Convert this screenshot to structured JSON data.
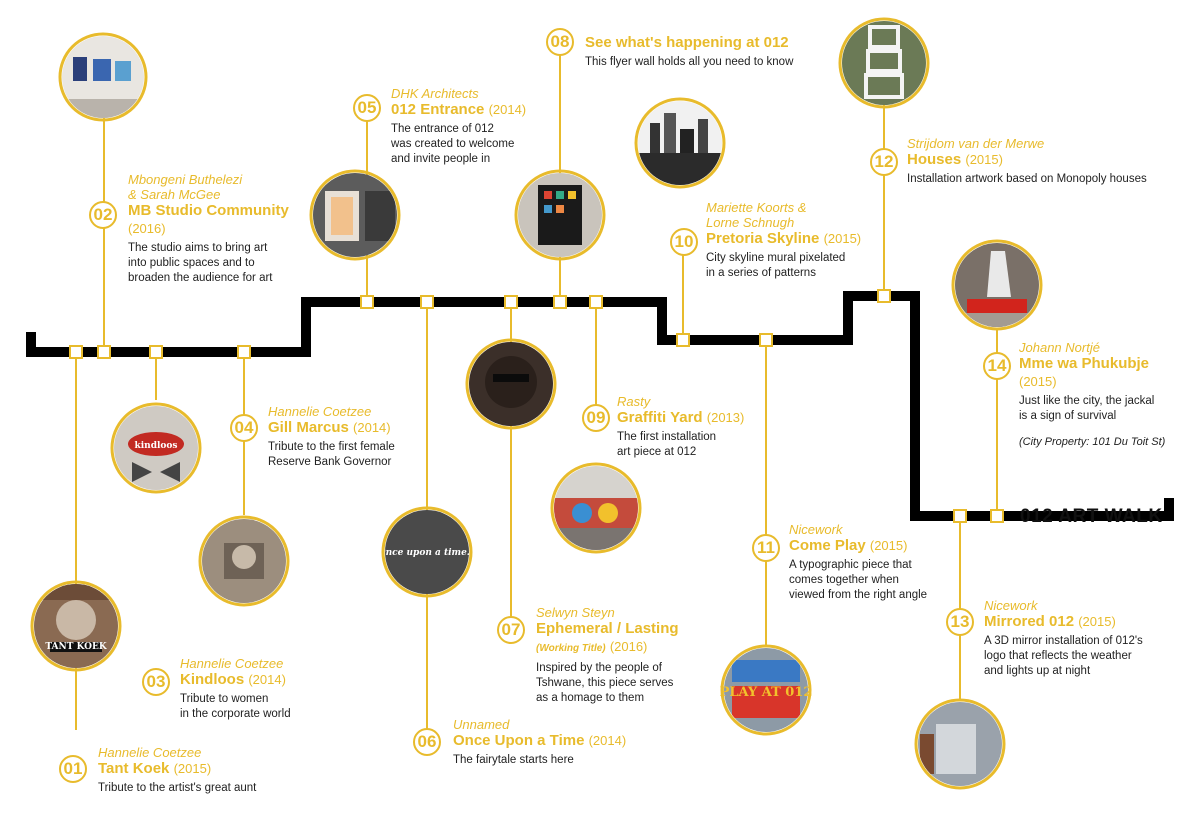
{
  "brand": "012 ART WALK",
  "colors": {
    "accent": "#e8bb2c",
    "route": "#000000",
    "text": "#222222"
  },
  "items": [
    {
      "num": "01",
      "artist": "Hannelie Coetzee",
      "title": "Tant Koek",
      "year": "(2015)",
      "desc": "Tribute to the artist's great aunt",
      "photo_label": "TANT KOEK"
    },
    {
      "num": "02",
      "artist": "Mbongeni Buthelezi\n& Sarah McGee",
      "title": "MB Studio Community",
      "year": "(2016)",
      "desc": "The studio aims to bring art\ninto public spaces and to\nbroaden the audience for art"
    },
    {
      "num": "03",
      "artist": "Hannelie Coetzee",
      "title": "Kindloos",
      "year": "(2014)",
      "desc": "Tribute to women\nin the corporate world",
      "photo_label": "kindloos"
    },
    {
      "num": "04",
      "artist": "Hannelie Coetzee",
      "title": "Gill Marcus",
      "year": "(2014)",
      "desc": "Tribute to the first female\nReserve Bank Governor"
    },
    {
      "num": "05",
      "artist": "DHK Architects",
      "title": "012 Entrance",
      "year": "(2014)",
      "desc": "The entrance of 012\nwas created to welcome\nand invite people in"
    },
    {
      "num": "06",
      "artist": "Unnamed",
      "title": "Once Upon a Time",
      "year": "(2014)",
      "desc": "The fairytale starts here",
      "photo_label": "Once upon a time..."
    },
    {
      "num": "07",
      "artist": "Selwyn Steyn",
      "title": "Ephemeral / Lasting",
      "subtitle": "(Working Title)",
      "year": "(2016)",
      "desc": "Inspired by the people of\nTshwane, this piece serves\nas a homage to them"
    },
    {
      "num": "08",
      "artist": "",
      "title": "See what's happening at 012",
      "year": "",
      "desc": "This flyer wall holds all you need to know"
    },
    {
      "num": "09",
      "artist": "Rasty",
      "title": "Graffiti Yard",
      "year": "(2013)",
      "desc": "The first installation\nart piece at 012"
    },
    {
      "num": "10",
      "artist": "Mariette Koorts &\nLorne Schnugh",
      "title": "Pretoria Skyline",
      "year": "(2015)",
      "desc": "City skyline mural pixelated\nin a series of patterns"
    },
    {
      "num": "11",
      "artist": "Nicework",
      "title": "Come Play",
      "year": "(2015)",
      "desc": "A typographic piece that\ncomes together when\nviewed from the right angle",
      "photo_label": "PLAY AT 012"
    },
    {
      "num": "12",
      "artist": "Strijdom van der Merwe",
      "title": "Houses",
      "year": "(2015)",
      "desc": "Installation artwork based on Monopoly houses"
    },
    {
      "num": "13",
      "artist": "Nicework",
      "title": "Mirrored 012",
      "year": "(2015)",
      "desc": "A 3D mirror installation of 012's\nlogo that reflects the weather\nand lights up at night"
    },
    {
      "num": "14",
      "artist": "Johann Nortjé",
      "title": "Mme wa Phukubje",
      "year": "(2015)",
      "desc": "Just like the city, the jackal\nis a sign of survival",
      "note": "(City Property: 101 Du Toit St)"
    }
  ]
}
